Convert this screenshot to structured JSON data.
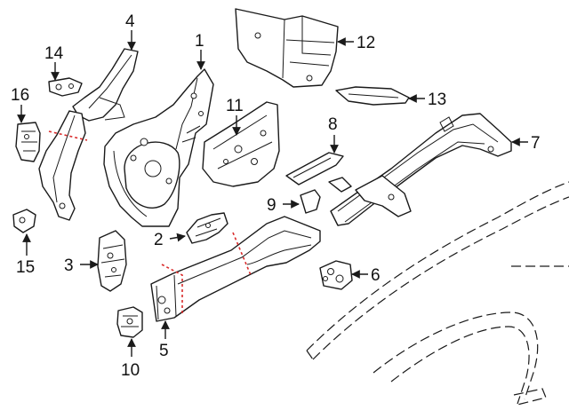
{
  "colors": {
    "line": "#1a1a1a",
    "cut_line": "#d92b2b",
    "background": "#ffffff"
  },
  "callouts": [
    {
      "id": "1",
      "label": "1"
    },
    {
      "id": "2",
      "label": "2"
    },
    {
      "id": "3",
      "label": "3"
    },
    {
      "id": "4",
      "label": "4"
    },
    {
      "id": "5",
      "label": "5"
    },
    {
      "id": "6",
      "label": "6"
    },
    {
      "id": "7",
      "label": "7"
    },
    {
      "id": "8",
      "label": "8"
    },
    {
      "id": "9",
      "label": "9"
    },
    {
      "id": "10",
      "label": "10"
    },
    {
      "id": "11",
      "label": "11"
    },
    {
      "id": "12",
      "label": "12"
    },
    {
      "id": "13",
      "label": "13"
    },
    {
      "id": "14",
      "label": "14"
    },
    {
      "id": "15",
      "label": "15"
    },
    {
      "id": "16",
      "label": "16"
    }
  ]
}
